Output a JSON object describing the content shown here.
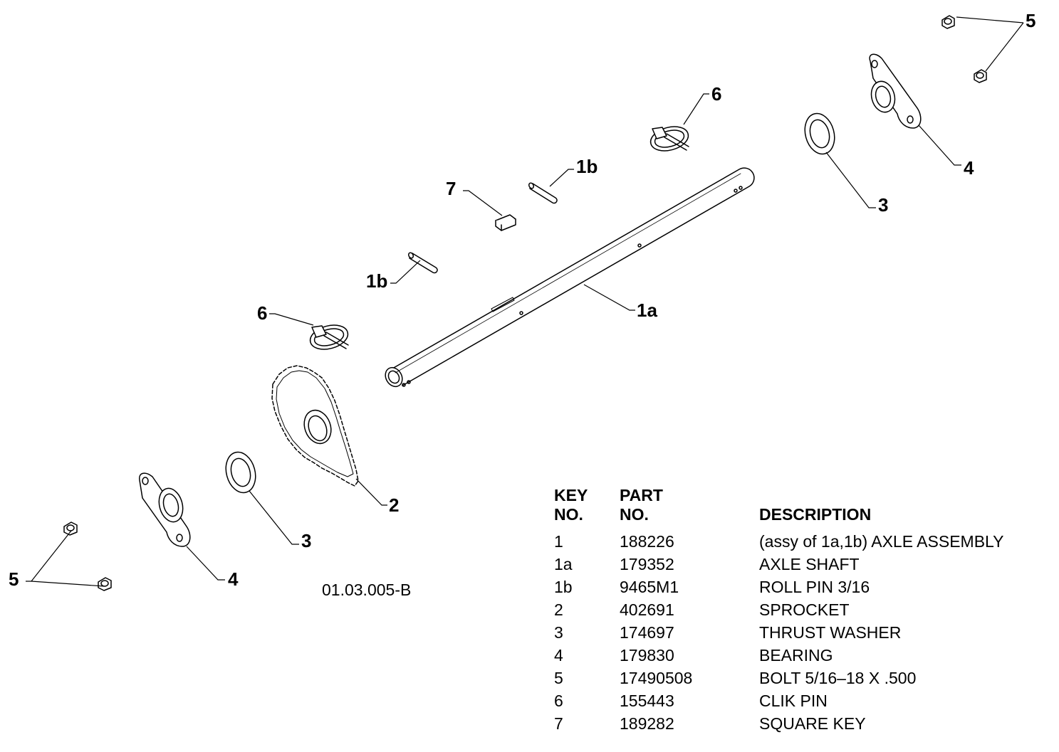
{
  "diagram": {
    "callouts": {
      "c5_top": "5",
      "c6_top": "6",
      "c4_top": "4",
      "c3_top": "3",
      "c1b_top": "1b",
      "c7": "7",
      "c1b_left": "1b",
      "c1a": "1a",
      "c6_left": "6",
      "c2": "2",
      "c3_bottom": "3",
      "c4_bottom": "4",
      "c5_bottom": "5"
    },
    "figure_id": "01.03.005-B"
  },
  "parts_table": {
    "headers": {
      "key_line1": "KEY",
      "key_line2": "NO.",
      "part_line1": "PART",
      "part_line2": "NO.",
      "description": "DESCRIPTION"
    },
    "rows": [
      {
        "key": "1",
        "part": "188226",
        "description": "(assy of 1a,1b) AXLE ASSEMBLY"
      },
      {
        "key": "1a",
        "part": "179352",
        "description": "AXLE SHAFT"
      },
      {
        "key": "1b",
        "part": "9465M1",
        "description": "ROLL PIN 3/16"
      },
      {
        "key": "2",
        "part": "402691",
        "description": "SPROCKET"
      },
      {
        "key": "3",
        "part": "174697",
        "description": "THRUST WASHER"
      },
      {
        "key": "4",
        "part": "179830",
        "description": "BEARING"
      },
      {
        "key": "5",
        "part": "17490508",
        "description": "BOLT 5/16–18 X .500"
      },
      {
        "key": "6",
        "part": "155443",
        "description": "CLIK PIN"
      },
      {
        "key": "7",
        "part": "189282",
        "description": "SQUARE KEY"
      }
    ]
  }
}
